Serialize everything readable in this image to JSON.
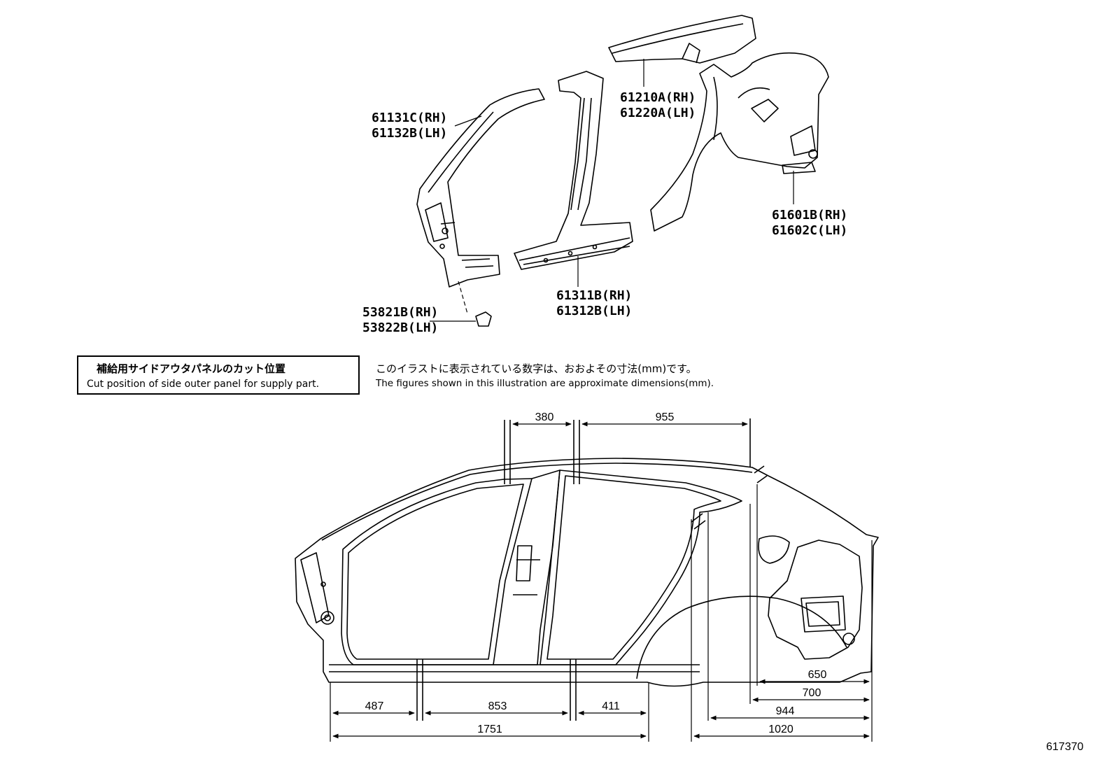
{
  "parts": [
    {
      "id": "a-pillar",
      "rh": "61131C(RH)",
      "lh": "61132B(LH)"
    },
    {
      "id": "rocker",
      "rh": "61311B(RH)",
      "lh": "61312B(LH)"
    },
    {
      "id": "roof-side-rail",
      "rh": "61210A(RH)",
      "lh": "61220A(LH)"
    },
    {
      "id": "quarter-panel",
      "rh": "61601B(RH)",
      "lh": "61602C(LH)"
    },
    {
      "id": "clip",
      "rh": "53821B(RH)",
      "lh": "53822B(LH)"
    }
  ],
  "cut_note": {
    "jp": "補給用サイドアウタパネルのカット位置",
    "en": "Cut position of side outer panel for supply part."
  },
  "figure_note": {
    "jp": "このイラストに表示されている数字は、おおよその寸法(mm)です。",
    "en": "The figures shown in this illustration are approximate dimensions(mm)."
  },
  "dimensions": {
    "top_a": "380",
    "top_b": "955",
    "bottom_a": "487",
    "bottom_b": "853",
    "bottom_c": "411",
    "bottom_total": "1751",
    "rear_a": "650",
    "rear_b": "700",
    "rear_c": "944",
    "rear_d": "1020"
  },
  "illustration_id": "617370"
}
